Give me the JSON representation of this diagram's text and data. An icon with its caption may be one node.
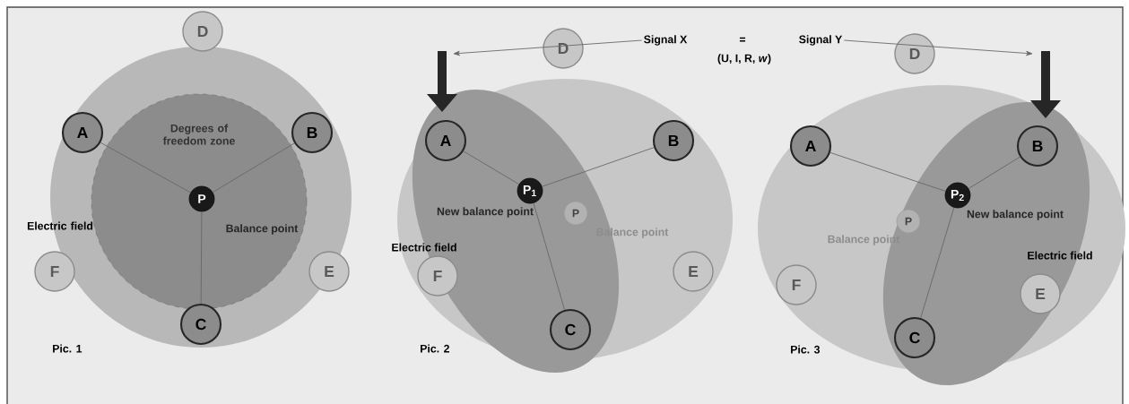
{
  "diagram": {
    "nodes": [
      {
        "text": [
          "Electric field"
        ]
      },
      {
        "text": [
          "Degrees of freedom zone"
        ],
        "in": 0
      },
      {
        "text": [
          "A"
        ],
        "in": 0
      },
      {
        "text": [
          "B"
        ],
        "in": 0
      },
      {
        "text": [
          "C"
        ],
        "in": 0
      },
      {
        "text": [
          "D"
        ]
      },
      {
        "text": [
          "E"
        ],
        "in": 0
      },
      {
        "text": [
          "F"
        ]
      },
      {
        "text": [
          "P"
        ],
        "in": 1,
        "beside": [
          "Balance point"
        ]
      },
      {
        "text": [
          "A"
        ]
      },
      {
        "text": [
          "B"
        ]
      },
      {
        "text": [
          "C"
        ]
      },
      {
        "text": [
          "D"
        ]
      },
      {
        "text": [
          "E"
        ]
      },
      {
        "text": [
          "F"
        ]
      },
      {
        "text": [
          "P$_{1}$"
        ],
        "beside": [
          "New balance point"
        ]
      },
      {
        "text": [
          "P"
        ],
        "beside": [
          "Balance point"
        ]
      },
      {
        "text": [
          "A"
        ]
      },
      {
        "text": [
          "B"
        ]
      },
      {
        "text": [
          "C"
        ]
      },
      {
        "text": [
          "D"
        ]
      },
      {
        "text": [
          "E"
        ]
      },
      {
        "text": [
          "F"
        ]
      },
      {
        "text": [
          "P$_{2}$"
        ],
        "beside": [
          "New balance point"
        ]
      },
      {
        "text": [
          "P"
        ],
        "beside": [
          "Balance point"
        ]
      },
      {
        "text": [
          "Signal X"
        ]
      },
      {
        "text": [
          "Signal Y"
        ]
      }
    ],
    "edges": [
      {
        "from": 8,
        "to": 2,
        "arrow": "none"
      },
      {
        "from": 8,
        "to": 3,
        "arrow": "none"
      },
      {
        "from": 8,
        "to": 4,
        "arrow": "none"
      },
      {
        "from": 15,
        "to": 9,
        "arrow": "none"
      },
      {
        "from": 15,
        "to": 10,
        "arrow": "none"
      },
      {
        "from": 15,
        "to": 11,
        "arrow": "none"
      },
      {
        "from": 23,
        "to": 17,
        "arrow": "none"
      },
      {
        "from": 23,
        "to": 18,
        "arrow": "none"
      },
      {
        "from": 23,
        "to": 19,
        "arrow": "none"
      },
      {
        "from": 25,
        "to": null,
        "arrow": "to"
      },
      {
        "from": 26,
        "to": null,
        "arrow": "to"
      }
    ],
    "labels": [
      "=",
      "(U, I, R, *w*)",
      "Electric field",
      "Electric field",
      "Pic. 1",
      "Pic. 2",
      "Pic. 3"
    ]
  }
}
